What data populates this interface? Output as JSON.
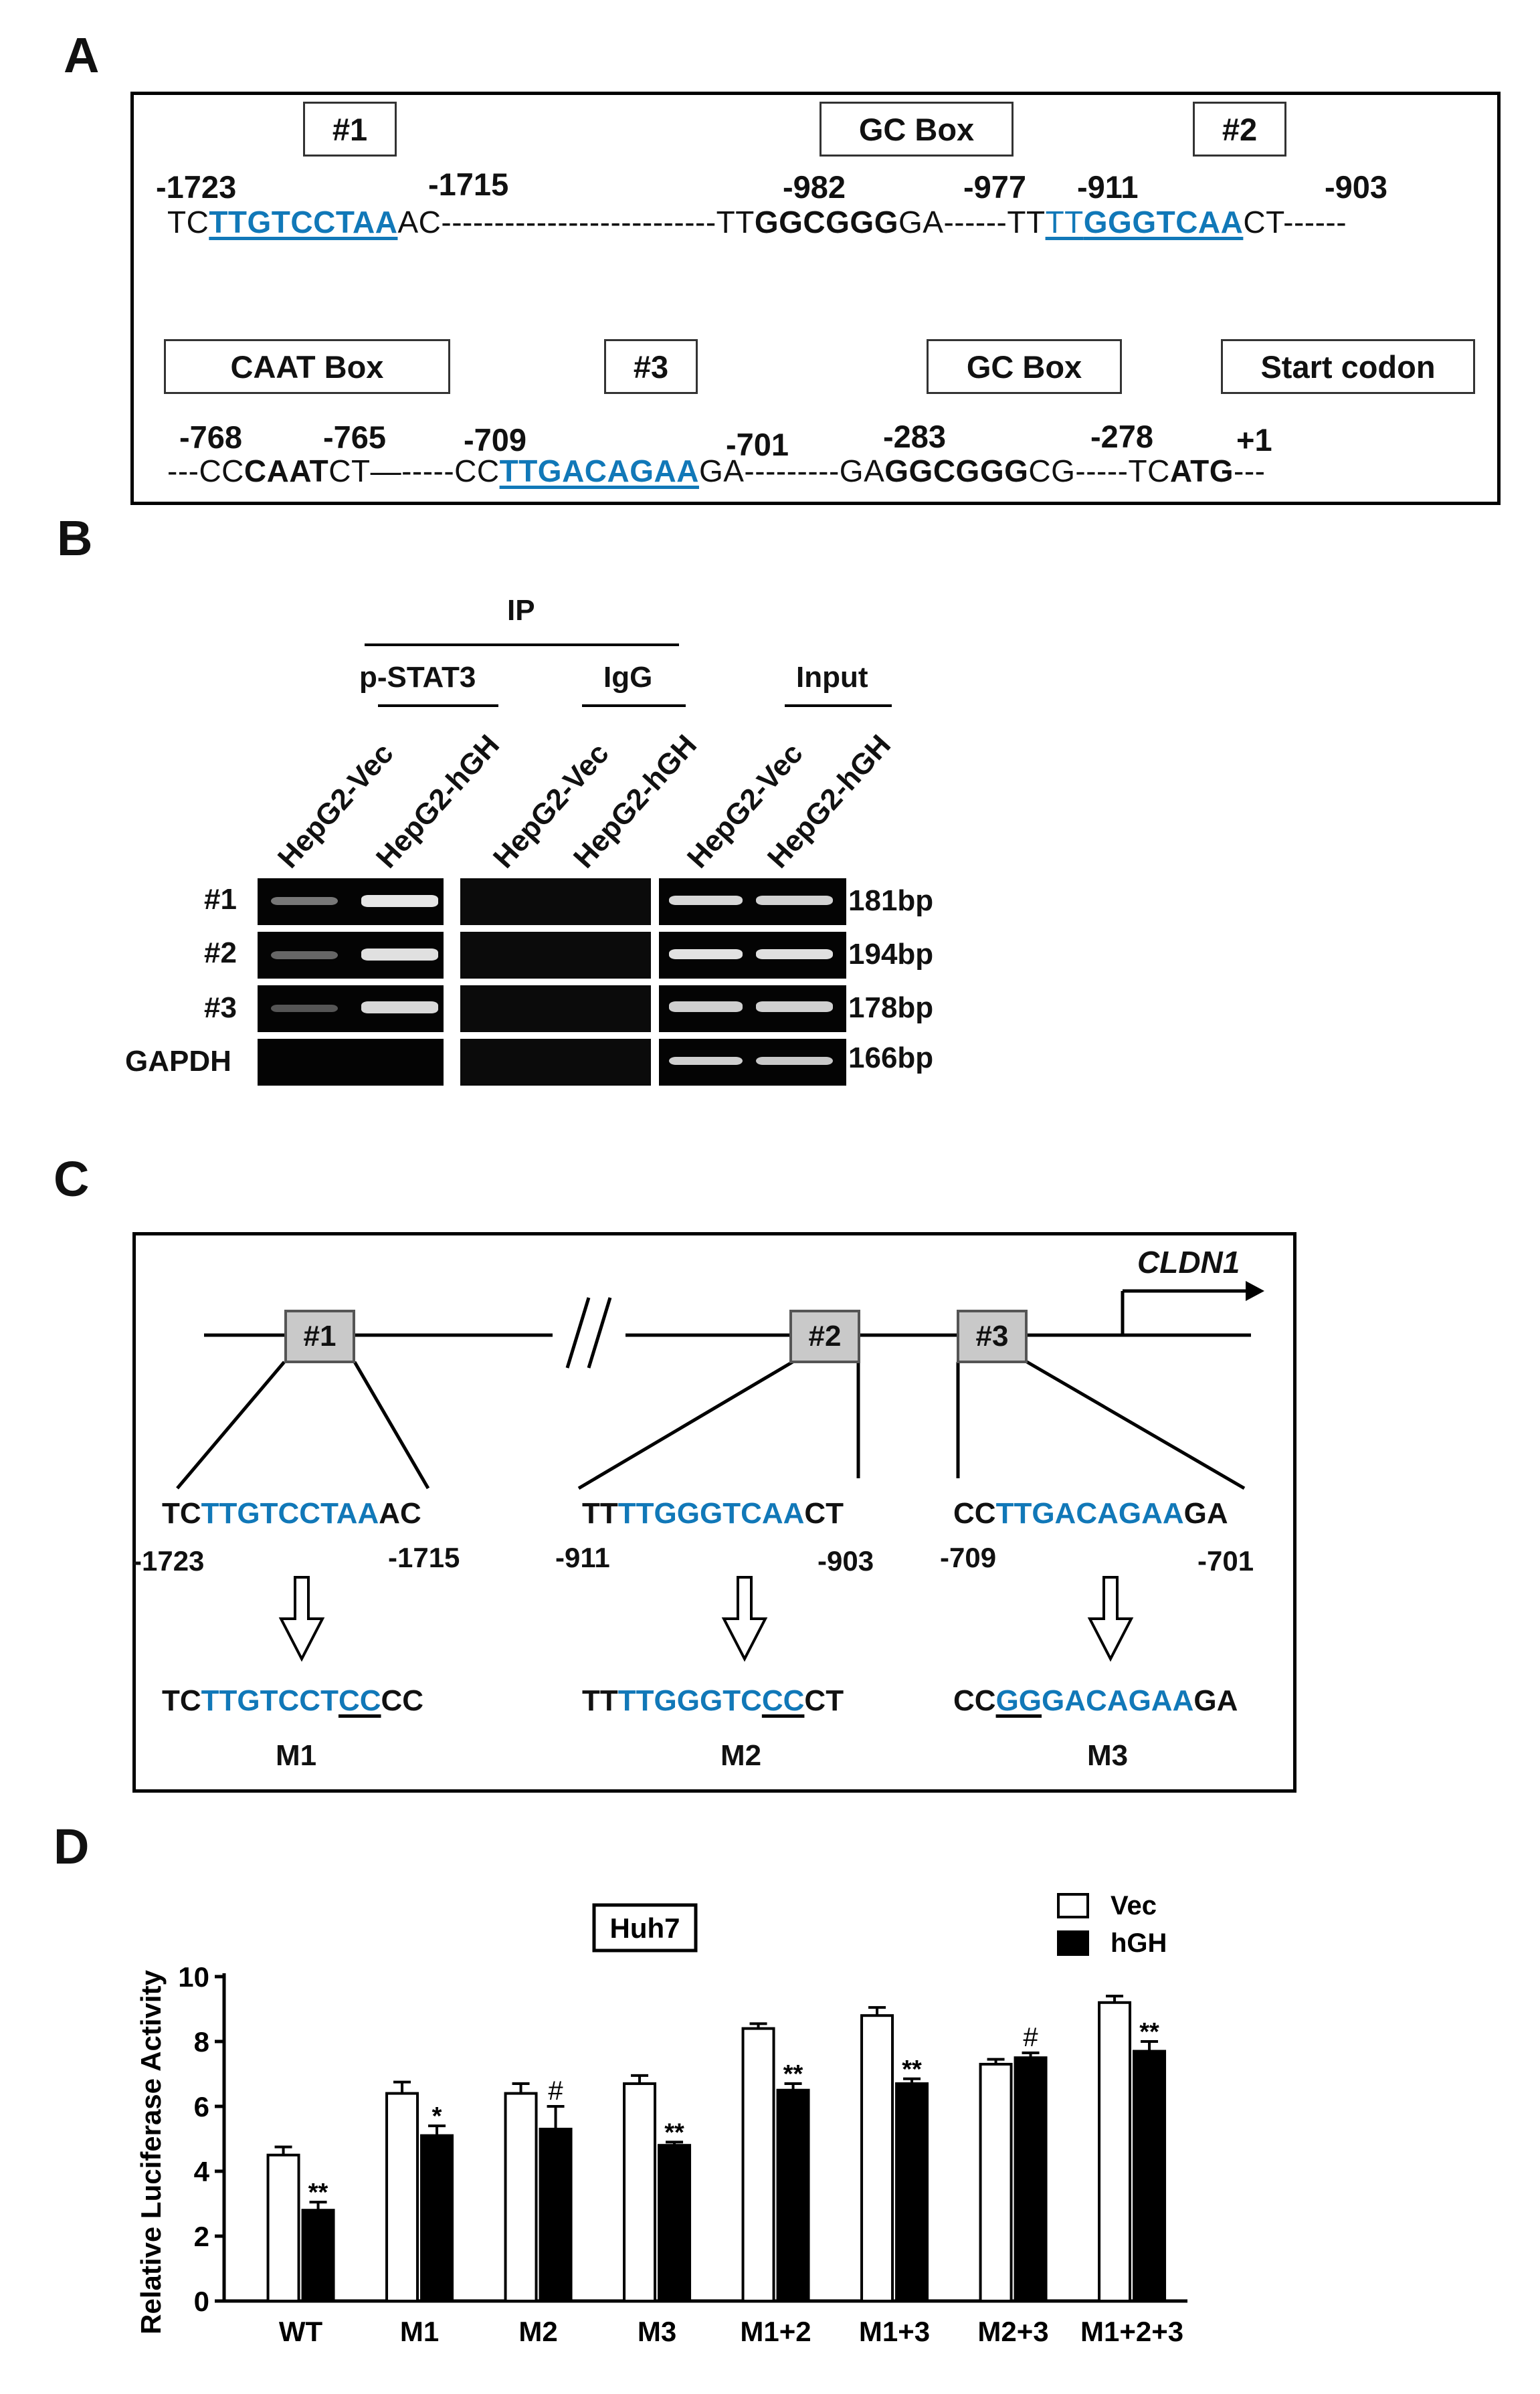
{
  "panelA": {
    "letter": "A",
    "row1_boxes": [
      "#1",
      "GC Box",
      "#2"
    ],
    "row1_nums": [
      "-1723",
      "-1715",
      "-982",
      "-977",
      "-911",
      "-903"
    ],
    "row1_seq": {
      "s1": "TC",
      "s2": "TTGTCCTAA",
      "s3": "AC--------------------------TT",
      "s4": "GGCGGG",
      "s5": "GA------TT",
      "s6": "TT",
      "s7": "GGGTCAA",
      "s8": "CT------"
    },
    "row2_boxes": [
      "CAAT Box",
      "#3",
      "GC Box",
      "Start codon"
    ],
    "row2_nums": [
      "-768",
      "-765",
      "-709",
      "-701",
      "-283",
      "-278",
      "+1"
    ],
    "row2_seq": {
      "s1": "---CC",
      "s2": "CAAT",
      "s3": "CT—-----CC",
      "s4": "TTGACAGAA",
      "s5": "GA---------GA",
      "s6": "GGCGGG",
      "s7": "CG-----TC",
      "s8": "ATG",
      "s9": "---"
    }
  },
  "panelB": {
    "letter": "B",
    "ip": "IP",
    "groups": [
      "p-STAT3",
      "IgG",
      "Input"
    ],
    "lanes": [
      "HepG2-Vec",
      "HepG2-hGH",
      "HepG2-Vec",
      "HepG2-hGH",
      "HepG2-Vec",
      "HepG2-hGH"
    ],
    "rows": [
      "#1",
      "#2",
      "#3",
      "GAPDH"
    ],
    "sizes": [
      "181bp",
      "194bp",
      "178bp",
      "166bp"
    ]
  },
  "panelC": {
    "letter": "C",
    "gene": "CLDN1",
    "sites": [
      "#1",
      "#2",
      "#3"
    ],
    "wt": [
      {
        "a": "TC",
        "b": "TTGTCCTAA",
        "c": "AC"
      },
      {
        "a": "TT",
        "b": "TTGGGTCAA",
        "c": "CT"
      },
      {
        "a": "CC",
        "b": "TTGACAGAA",
        "c": "GA"
      }
    ],
    "nums": [
      "-1723",
      "-1715",
      "-911",
      "-903",
      "-709",
      "-701"
    ],
    "mut": [
      {
        "a": "TC",
        "b": "TTGTCCT",
        "c": "CC",
        "d": "CC"
      },
      {
        "a": "TT",
        "b": "TTGGGTC",
        "c": "CC",
        "d": "CT"
      },
      {
        "a": "CC",
        "b": "GG",
        "c": "GACAGAA",
        "d": "GA"
      }
    ],
    "mut_names": [
      "M1",
      "M2",
      "M3"
    ]
  },
  "panelD": {
    "letter": "D",
    "chart_data": {
      "type": "bar",
      "title": "Huh7",
      "ylabel": "Relative Luciferase Activity",
      "ylim": [
        0,
        10
      ],
      "yticks": [
        "0",
        "2",
        "4",
        "6",
        "8",
        "10"
      ],
      "categories": [
        "WT",
        "M1",
        "M2",
        "M3",
        "M1+2",
        "M1+3",
        "M2+3",
        "M1+2+3"
      ],
      "series": [
        {
          "name": "Vec",
          "color": "#ffffff",
          "values": [
            4.5,
            6.4,
            6.4,
            6.7,
            8.4,
            8.8,
            7.3,
            9.2
          ],
          "errors": [
            0.25,
            0.35,
            0.3,
            0.25,
            0.15,
            0.25,
            0.15,
            0.2
          ]
        },
        {
          "name": "hGH",
          "color": "#000000",
          "values": [
            2.8,
            5.1,
            5.3,
            4.8,
            6.5,
            6.7,
            7.5,
            7.7
          ],
          "errors": [
            0.25,
            0.3,
            0.7,
            0.1,
            0.2,
            0.15,
            0.15,
            0.3
          ]
        }
      ],
      "annotations": [
        "**",
        "*",
        "#",
        "**",
        "**",
        "**",
        "#",
        "**"
      ],
      "legend_position": "top-right"
    }
  }
}
